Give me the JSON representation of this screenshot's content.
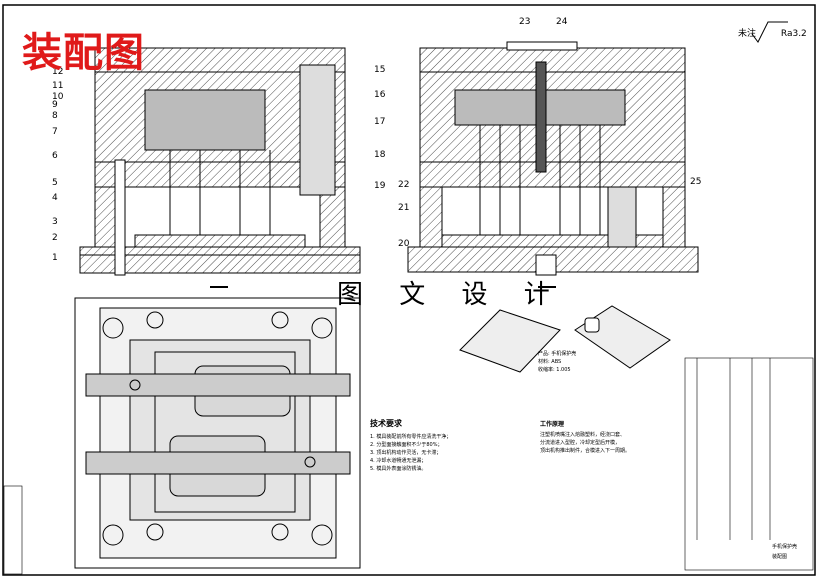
{
  "stamp_title": "装配图",
  "section_title": "图 文 设 计",
  "roughness_note": {
    "label": "未注",
    "value": "Ra3.2"
  },
  "callouts_left": [
    "1",
    "2",
    "3",
    "4",
    "5",
    "6",
    "7",
    "8",
    "9",
    "10",
    "11",
    "12"
  ],
  "callouts_right": [
    "15",
    "16",
    "17",
    "18",
    "19"
  ],
  "callouts_b": [
    "20",
    "21",
    "22"
  ],
  "callouts_top": [
    "23",
    "24"
  ],
  "callout_25": "25",
  "product_caption": [
    "产品: 手机保护壳",
    "材料: ABS",
    "收缩率: 1.005"
  ],
  "tech_title": "技术要求",
  "tech_lines": [
    "1. 模具装配前所有零件应清洗干净；",
    "2. 分型面接触面积不少于80%；",
    "3. 顶出机构动作灵活，无卡滞；",
    "4. 冷却水道畅通无泄漏；",
    "5. 模具外表面涂防锈油。"
  ],
  "work_title": "工作原理",
  "work_lines": [
    "注塑机喷嘴注入熔融塑料，经浇口套、",
    "分流道进入型腔，冷却定型后开模，",
    "顶出机构推出制件，合模进入下一周期。"
  ],
  "title_block": {
    "name": "手机保护壳",
    "drawing": "装配图"
  }
}
